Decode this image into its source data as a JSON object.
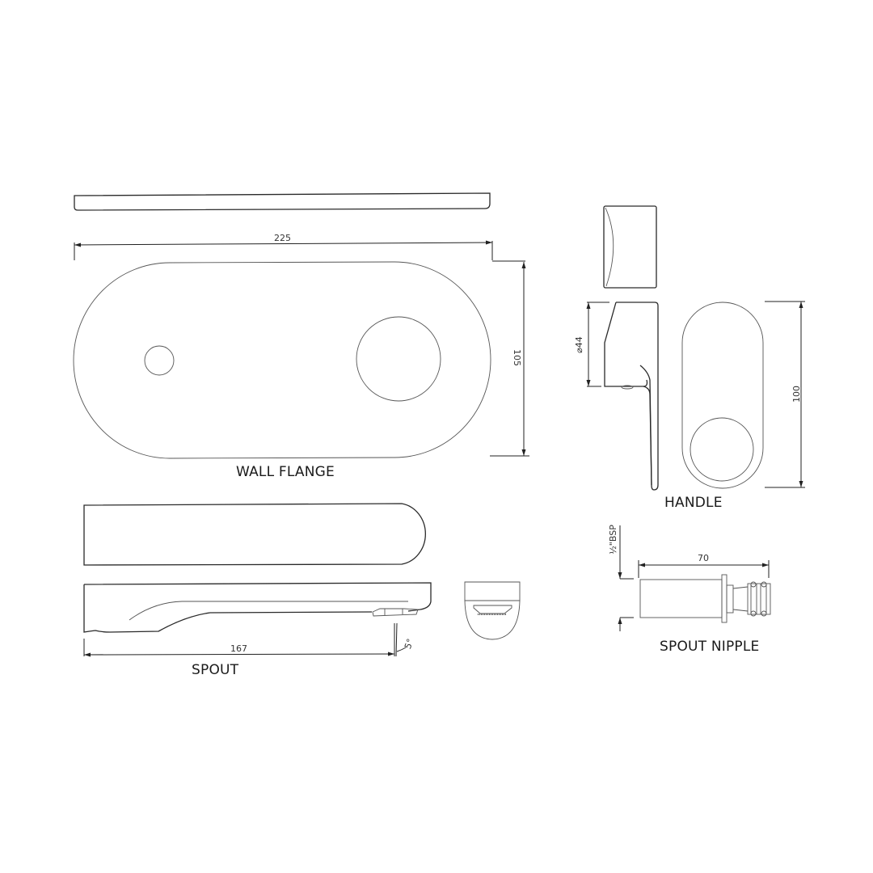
{
  "drawing": {
    "background": "#ffffff",
    "line_color": "#2a2a2a"
  },
  "wall_flange": {
    "label": "WALL FLANGE",
    "width_dim": "225",
    "height_dim": "105"
  },
  "handle": {
    "label": "HANDLE",
    "diameter_dim": "⌀44",
    "height_dim": "100"
  },
  "spout": {
    "label": "SPOUT",
    "length_dim": "167",
    "angle_dim": "5°"
  },
  "spout_nipple": {
    "label": "SPOUT NIPPLE",
    "length_dim": "70",
    "thread_dim": "½\"BSP"
  }
}
